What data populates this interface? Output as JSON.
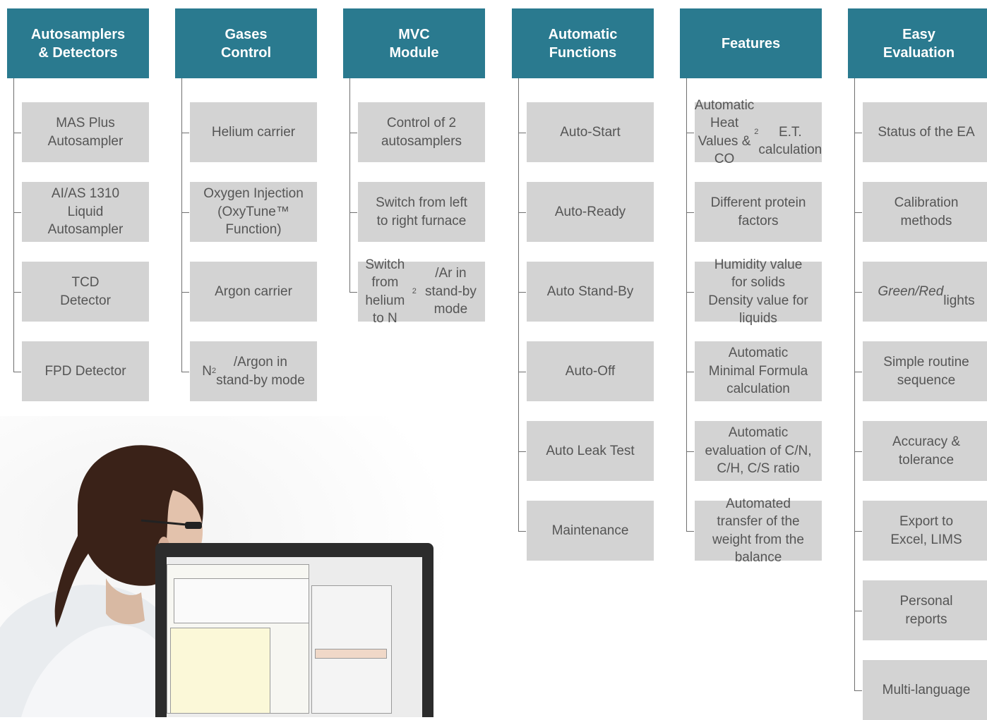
{
  "colors": {
    "header_bg": "#2a7a8f",
    "header_text": "#ffffff",
    "box_bg": "#d3d3d3",
    "box_text": "#555555",
    "connector": "#6f6f6f"
  },
  "columns": [
    {
      "header": "Autosamplers\n& Detectors",
      "items": [
        "MAS Plus\nAutosampler",
        "AI/AS 1310\nLiquid\nAutosampler",
        "TCD\nDetector",
        "FPD Detector"
      ]
    },
    {
      "header": "Gases\nControl",
      "items": [
        "Helium carrier",
        "Oxygen Injection\n(OxyTune™\nFunction)",
        "Argon carrier",
        "N2/Argon in\nstand-by mode"
      ]
    },
    {
      "header": "MVC\nModule",
      "items": [
        "Control of 2\nautosamplers",
        "Switch from left\nto right furnace",
        "Switch from\nhelium to N2/Ar in\nstand-by mode"
      ]
    },
    {
      "header": "Automatic\nFunctions",
      "items": [
        "Auto-Start",
        "Auto-Ready",
        "Auto Stand-By",
        "Auto-Off",
        "Auto Leak Test",
        "Maintenance"
      ]
    },
    {
      "header": "Features",
      "items": [
        "Automatic Heat\nValues & CO2\nE.T. calculation",
        "Different protein\nfactors",
        "Humidity value\nfor solids\nDensity value for\nliquids",
        "Automatic\nMinimal Formula\ncalculation",
        "Automatic\nevaluation of C/N,\nC/H, C/S ratio",
        "Automated\ntransfer of the\nweight from the\nbalance"
      ]
    },
    {
      "header": "Easy\nEvaluation",
      "items": [
        "Status of the EA",
        "Calibration\nmethods",
        "Green/Red\nlights",
        "Simple routine\nsequence",
        "Accuracy &\ntolerance",
        "Export to\nExcel, LIMS",
        "Personal\nreports",
        "Multi-language"
      ]
    }
  ]
}
